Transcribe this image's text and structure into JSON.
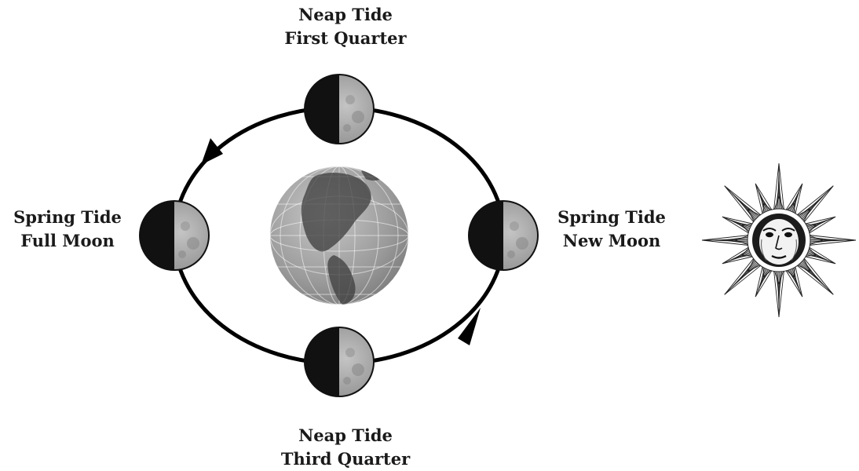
{
  "labels": {
    "top": {
      "line1": "Neap Tide",
      "line2": "First Quarter"
    },
    "left": {
      "line1": "Spring Tide",
      "line2": "Full Moon"
    },
    "right": {
      "line1": "Spring Tide",
      "line2": "New Moon"
    },
    "bottom": {
      "line1": "Neap Tide",
      "line2": "Third Quarter"
    }
  },
  "colors": {
    "orbit": "#000000",
    "moon_dark": "#111111",
    "moon_lit": "#a9a9a9",
    "earth": "#9c9c9c",
    "text": "#1a1a1a"
  },
  "icons": {
    "earth": "earth-globe-icon",
    "sun": "sun-face-icon",
    "moon": "half-moon-icon"
  }
}
